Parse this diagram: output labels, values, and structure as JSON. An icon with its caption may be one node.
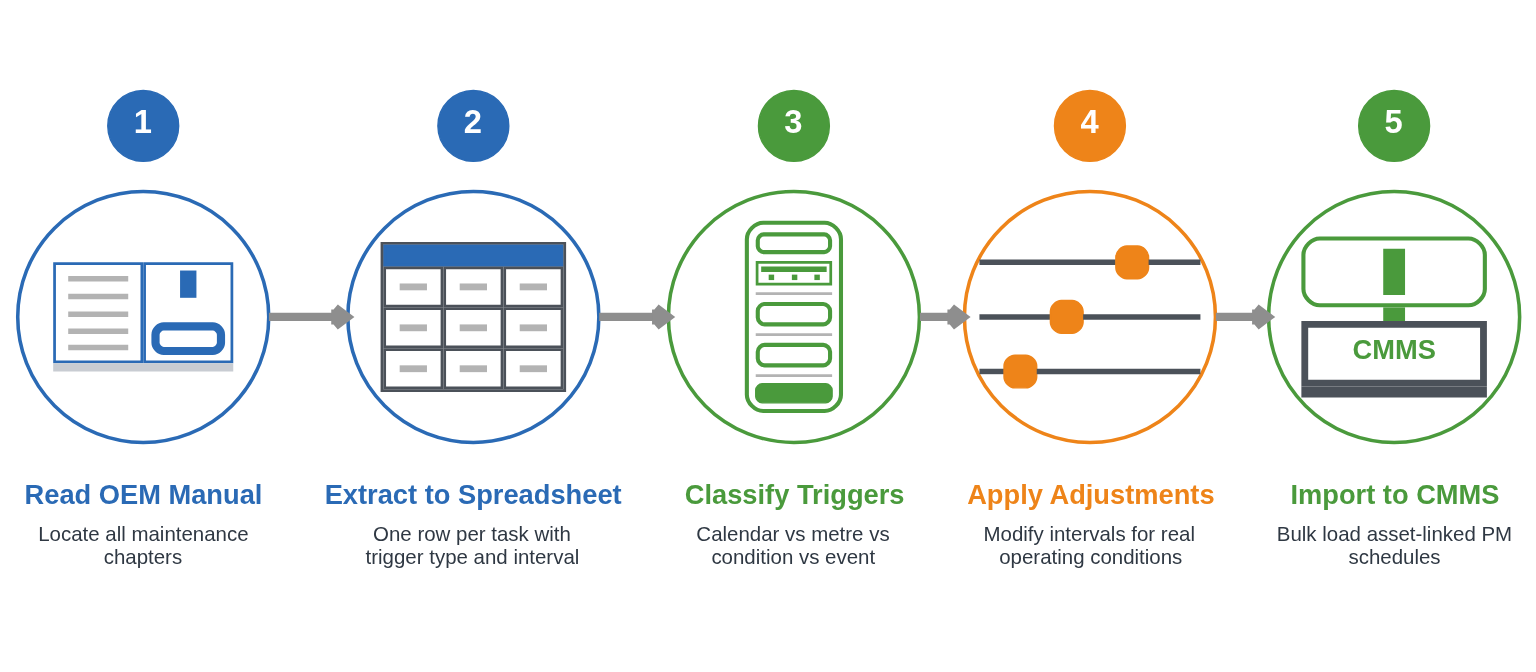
{
  "diagram": {
    "nodes": [
      {
        "text": [
          "1"
        ]
      },
      {
        "text": [],
        "shape": "circle",
        "beside": [
          "Read OEM Manual",
          "Locate all maintenance chapters"
        ]
      },
      {
        "text": [
          "2"
        ]
      },
      {
        "text": [],
        "shape": "circle",
        "beside": [
          "Extract to Spreadsheet",
          "One row per task with trigger type and interval"
        ]
      },
      {
        "text": [
          "3"
        ]
      },
      {
        "text": [],
        "shape": "circle",
        "beside": [
          "Classify Triggers",
          "Calendar vs metre vs condition vs event"
        ]
      },
      {
        "text": [
          "4"
        ]
      },
      {
        "text": [],
        "shape": "circle",
        "beside": [
          "Apply Adjustments",
          "Modify intervals for real operating conditions"
        ]
      },
      {
        "text": [
          "5"
        ]
      },
      {
        "text": [
          "CMMS"
        ],
        "beside": [
          "Import to CMMS",
          "Bulk load asset-linked PM schedules"
        ]
      }
    ],
    "edges": [
      {
        "from": 1,
        "to": 3,
        "arrow": "to"
      },
      {
        "from": 3,
        "to": 5,
        "arrow": "to"
      },
      {
        "from": 5,
        "to": 7,
        "arrow": "to"
      },
      {
        "from": 7,
        "to": 9,
        "arrow": "to"
      }
    ]
  }
}
